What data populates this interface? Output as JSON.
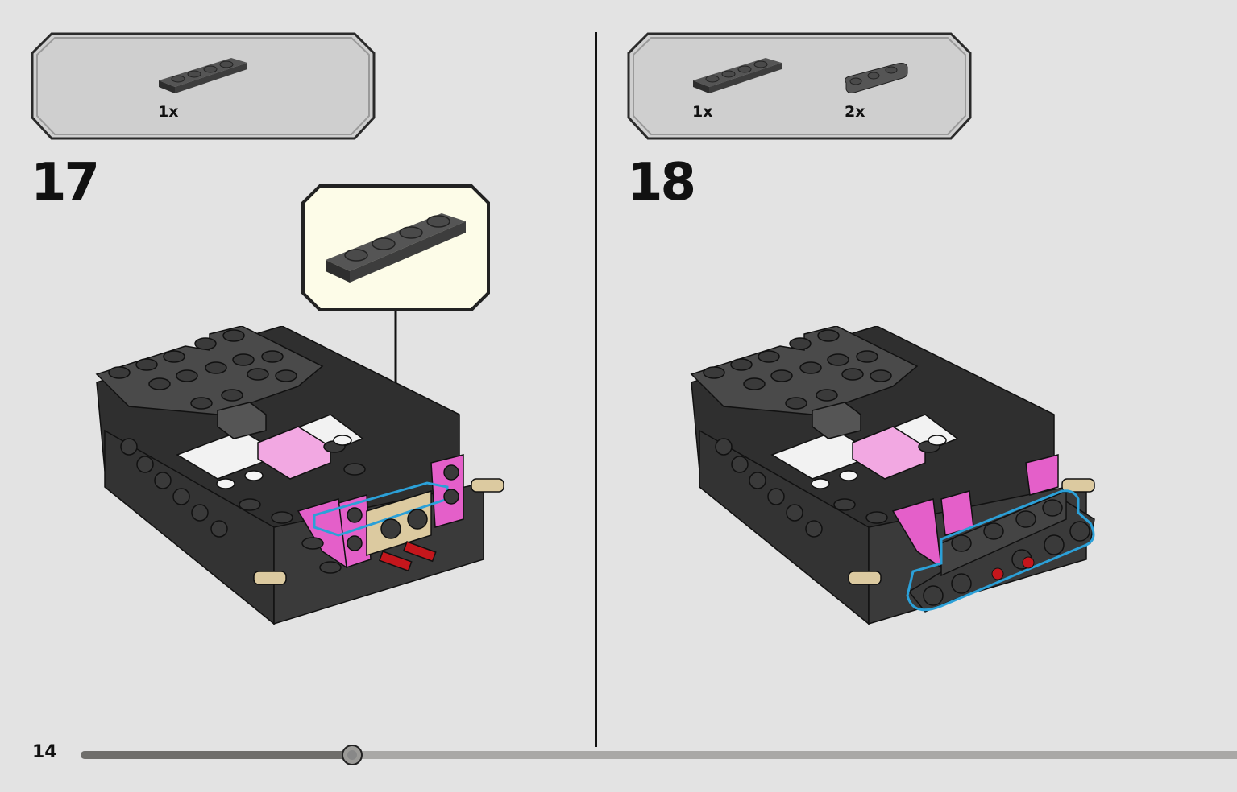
{
  "page": {
    "number": "14",
    "progress": 0.235
  },
  "steps": [
    {
      "number": "17",
      "parts": [
        {
          "quantity": "1x",
          "part": "plate-1x4-dark-grey"
        }
      ]
    },
    {
      "number": "18",
      "parts": [
        {
          "quantity": "1x",
          "part": "plate-1x4-dark-grey"
        },
        {
          "quantity": "2x",
          "part": "plate-1x3-rounded-dark-grey"
        }
      ]
    }
  ],
  "colors": {
    "background": "#e3e3e3",
    "parts_box": "#cfcfcf",
    "callout_box": "#fdfce8",
    "brick_dark": "#3b3b3b",
    "brick_pink": "#e45fc9",
    "highlight_blue": "#2ba0d8",
    "tan": "#dccaa0",
    "red": "#c4161c"
  }
}
